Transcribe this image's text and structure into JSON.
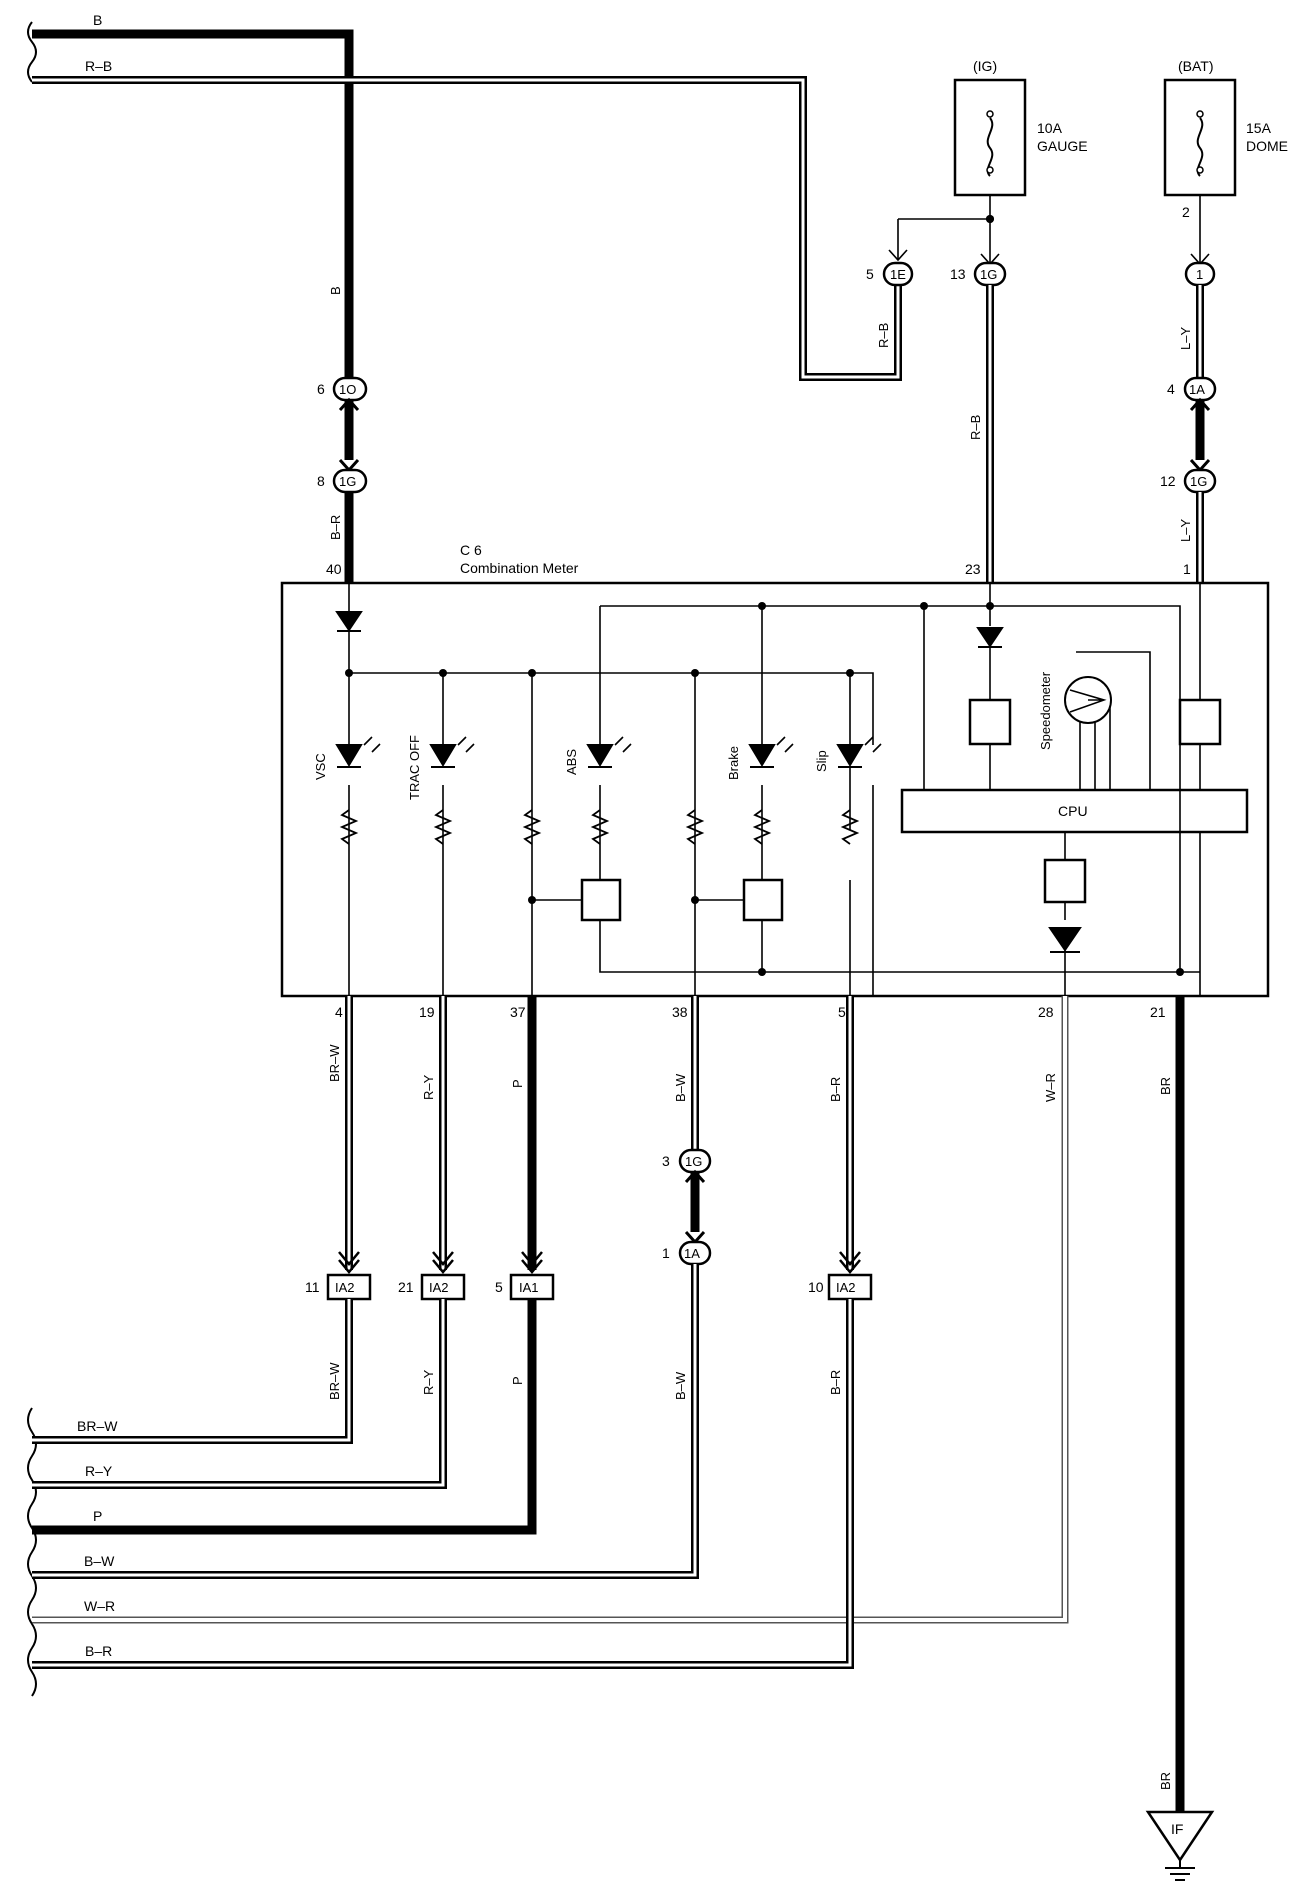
{
  "meter": {
    "code": "C 6",
    "name": "Combination Meter"
  },
  "fuses": [
    {
      "source": "(IG)",
      "rating": "10A",
      "name": "GAUGE"
    },
    {
      "source": "(BAT)",
      "rating": "15A",
      "name": "DOME"
    }
  ],
  "top_wires": {
    "b": "B",
    "rb": "R–B"
  },
  "wire_labels": {
    "b_vert": "B",
    "br_left": "B–R",
    "rb_mid": "R–B",
    "rb_right": "R–B",
    "ly_top": "L–Y",
    "ly_bot": "L–Y",
    "brw": "BR–W",
    "ry": "R–Y",
    "p": "P",
    "bw": "B–W",
    "br5": "B–R",
    "wr": "W–R",
    "br21": "BR",
    "brw2": "BR–W",
    "ry2": "R–Y",
    "p2": "P",
    "bw2": "B–W",
    "br2": "B–R",
    "br_ground": "BR"
  },
  "connectors": {
    "c1e": {
      "pin": "5",
      "label": "1E"
    },
    "c1g13": {
      "pin": "13",
      "label": "1G"
    },
    "c1_2": {
      "pin": "2",
      "label": "1"
    },
    "c1o": {
      "pin": "6",
      "label": "1O"
    },
    "c1g8": {
      "pin": "8",
      "label": "1G"
    },
    "c1a4": {
      "pin": "4",
      "label": "1A"
    },
    "c1g12": {
      "pin": "12",
      "label": "1G"
    },
    "c1g3": {
      "pin": "3",
      "label": "1G"
    },
    "c1a1": {
      "pin": "1",
      "label": "1A"
    },
    "ia2_11": {
      "pin": "11",
      "label": "IA2"
    },
    "ia2_21": {
      "pin": "21",
      "label": "IA2"
    },
    "ia1_5": {
      "pin": "5",
      "label": "IA1"
    },
    "ia2_10": {
      "pin": "10",
      "label": "IA2"
    }
  },
  "meter_pins": {
    "p40": "40",
    "p23": "23",
    "p1": "1",
    "p4": "4",
    "p19": "19",
    "p37": "37",
    "p38": "38",
    "p5": "5",
    "p28": "28",
    "p21": "21"
  },
  "indicators": [
    "VSC",
    "TRAC OFF",
    "ABS",
    "Brake",
    "Slip"
  ],
  "speedometer": "Speedometer",
  "cpu": "CPU",
  "bottom_wires": [
    "BR–W",
    "R–Y",
    "P",
    "B–W",
    "W–R",
    "B–R"
  ],
  "ground": "IF"
}
